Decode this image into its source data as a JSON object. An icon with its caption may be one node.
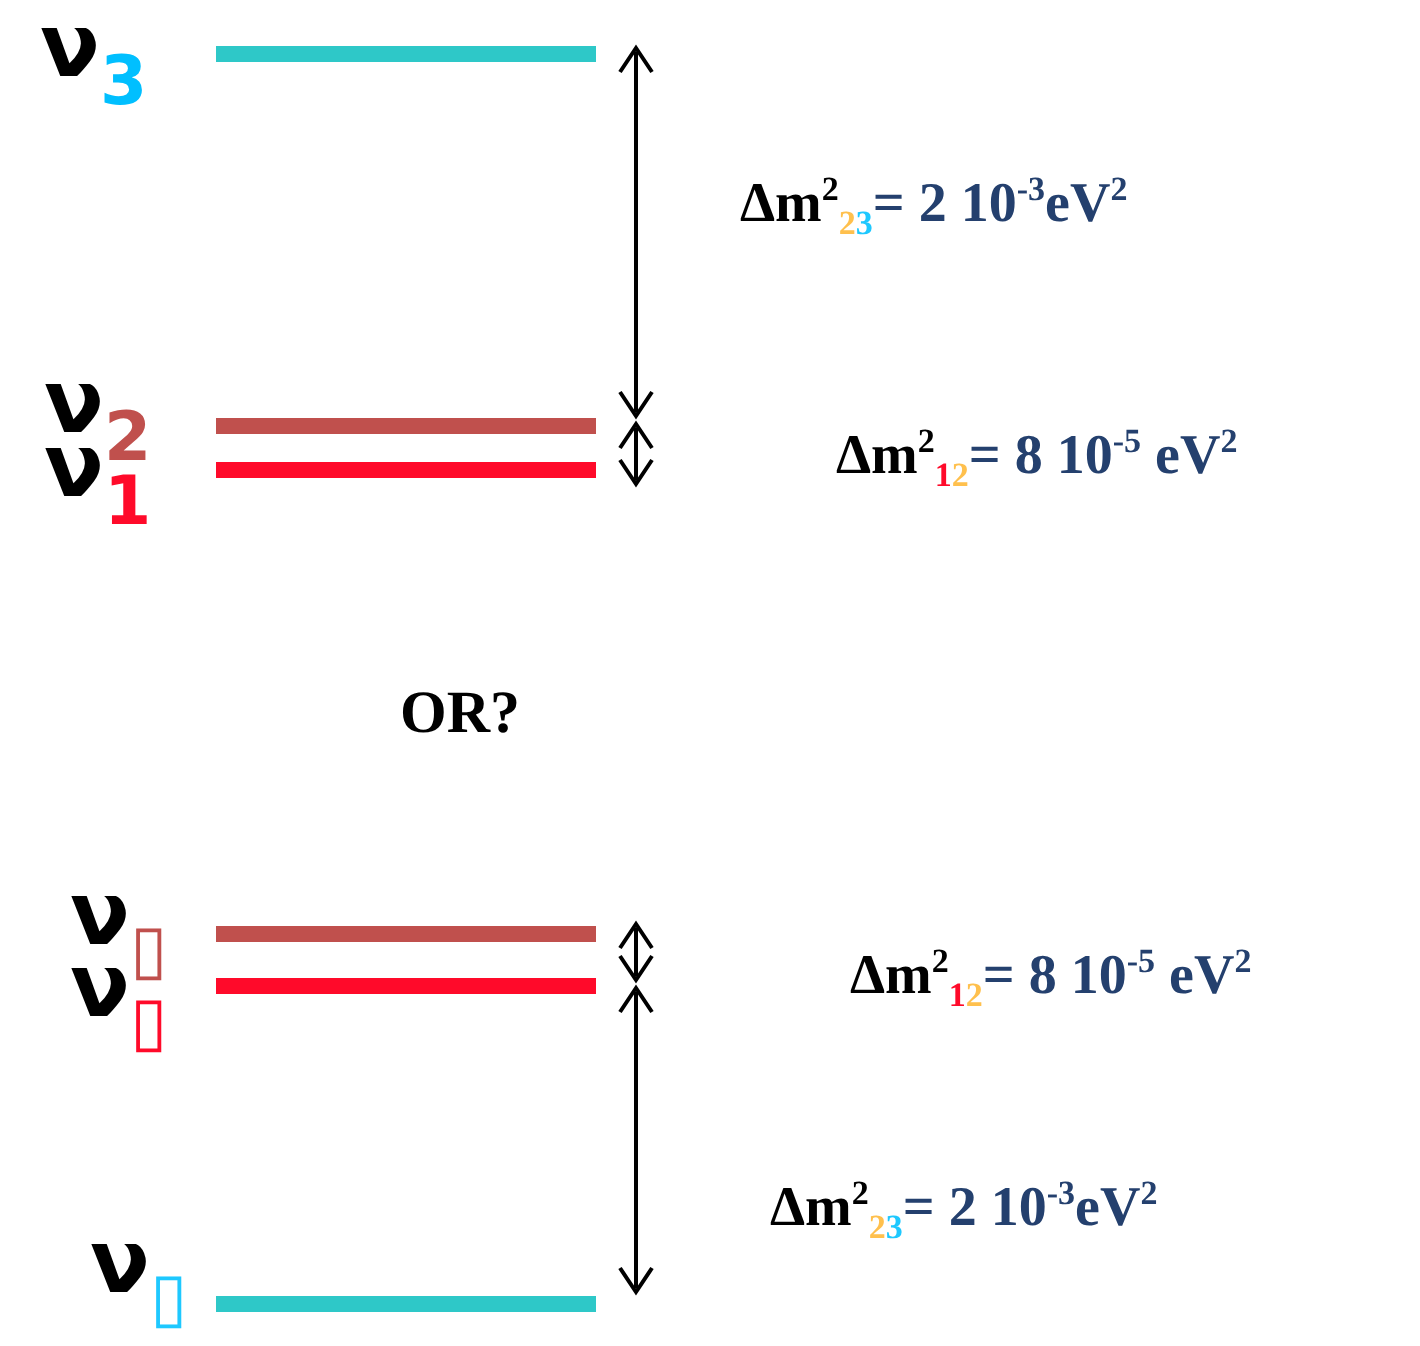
{
  "diagram": {
    "labels": [
      "ν$_{3}$",
      "Δm$^{2}$$_{23}$= 2 10$^{-3}$eV$^{2}$",
      "ν$_{2}$",
      "Δm$^{2}$$_{12}$= 8 10$^{-5}$  eV$^{2}$",
      "ν$_{1}$",
      "OR?",
      "ν$_{▯}$",
      "Δm$^{2}$$_{12}$= 8 10$^{-5}$ eV$^{2}$",
      "ν$_{▯}$",
      "Δm$^{2}$$_{23}$= 2 10$^{-3}$eV$^{2}$",
      "ν$_{▯}$"
    ]
  }
}
